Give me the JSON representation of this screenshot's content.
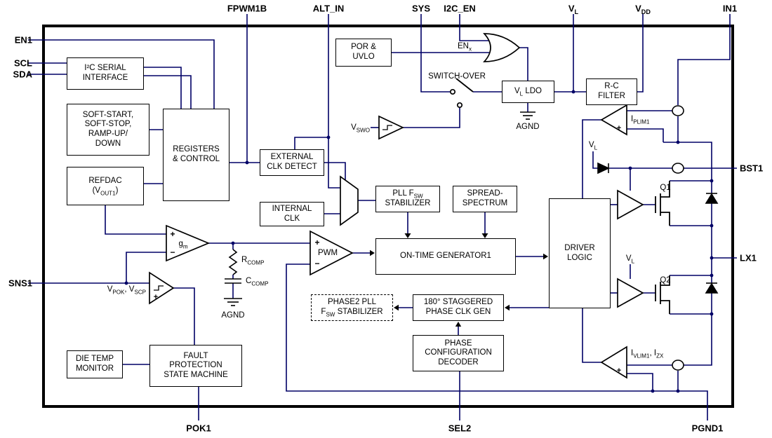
{
  "pins": {
    "fpwm1b": "FPWM1B",
    "alt_in": "ALT_IN",
    "sys": "SYS",
    "i2c_en": "I2C_EN",
    "vl": [
      {
        "t": "V"
      },
      {
        "t": "L",
        "s": "sub"
      }
    ],
    "vdd": [
      {
        "t": "V"
      },
      {
        "t": "DD",
        "s": "sub"
      }
    ],
    "in1": "IN1",
    "en1": "EN1",
    "scl": "SCL",
    "sda": "SDA",
    "sns1": "SNS1",
    "pok1": "POK1",
    "sel2": "SEL2",
    "pgnd1": "PGND1",
    "bst1": "BST1",
    "lx1": "LX1"
  },
  "blocks": {
    "i2c": "I²C SERIAL\nINTERFACE",
    "softstart": "SOFT-START,\nSOFT-STOP,\nRAMP-UP/\nDOWN",
    "registers": "REGISTERS\n& CONTROL",
    "refdac": [
      {
        "t": "REFDAC"
      },
      {
        "b": 1
      },
      {
        "t": "(V"
      },
      {
        "t": "OUT1",
        "s": "sub"
      },
      {
        "t": ")"
      }
    ],
    "por": "POR &\nUVLO",
    "vl_ldo": [
      {
        "t": "V"
      },
      {
        "t": "L",
        "s": "sub"
      },
      {
        "t": " LDO"
      }
    ],
    "rc_filter": "R-C\nFILTER",
    "ext_clk": "EXTERNAL\nCLK DETECT",
    "int_clk": "INTERNAL\nCLK",
    "pll": [
      {
        "t": "PLL F"
      },
      {
        "t": "SW",
        "s": "sub"
      },
      {
        "b": 1
      },
      {
        "t": "STABILIZER"
      }
    ],
    "spread": "SPREAD-\nSPECTRUM",
    "on_time": "ON-TIME GENERATOR1",
    "driver": "DRIVER\nLOGIC",
    "phase2": [
      {
        "t": "PHASE2 PLL"
      },
      {
        "b": 1
      },
      {
        "t": "F"
      },
      {
        "t": "SW",
        "s": "sub"
      },
      {
        "t": " STABILIZER"
      }
    ],
    "stagger": "180° STAGGERED\nPHASE CLK GEN",
    "decoder": "PHASE\nCONFIGURATION\nDECODER",
    "die_temp": "DIE TEMP\nMONITOR",
    "fault": "FAULT\nPROTECTION\nSTATE MACHINE"
  },
  "labels": {
    "switch_over": "SWITCH-OVER",
    "enx": [
      {
        "t": "EN"
      },
      {
        "t": "x",
        "s": "sub"
      }
    ],
    "agnd_ldo": "AGND",
    "agnd_comp": "AGND",
    "vswo": [
      {
        "t": "V"
      },
      {
        "t": "SWO",
        "s": "sub"
      }
    ],
    "vpok_vscp": [
      {
        "t": "V"
      },
      {
        "t": "POK",
        "s": "sub"
      },
      {
        "t": ", V"
      },
      {
        "t": "SCP",
        "s": "sub"
      }
    ],
    "rcomp": [
      {
        "t": "R"
      },
      {
        "t": "COMP",
        "s": "sub"
      }
    ],
    "ccomp": [
      {
        "t": "C"
      },
      {
        "t": "COMP",
        "s": "sub"
      }
    ],
    "gm": [
      {
        "t": "g"
      },
      {
        "t": "m",
        "s": "sub"
      }
    ],
    "pwm": "PWM",
    "q1": "Q1",
    "q2": "Q2",
    "vl_bst": [
      {
        "t": "V"
      },
      {
        "t": "L",
        "s": "sub"
      }
    ],
    "vl_drv": [
      {
        "t": "V"
      },
      {
        "t": "L",
        "s": "sub"
      }
    ],
    "iplim": [
      {
        "t": "I"
      },
      {
        "t": "PLIM1",
        "s": "sub"
      }
    ],
    "ivlim_izx": [
      {
        "t": "I"
      },
      {
        "t": "VLIM1",
        "s": "sub"
      },
      {
        "t": ", I"
      },
      {
        "t": "ZX",
        "s": "sub"
      }
    ]
  },
  "symbols": {
    "plus": "+",
    "minus": "−"
  },
  "colors": {
    "wire": "#000066",
    "symbol": "#000000",
    "background": "#ffffff"
  }
}
